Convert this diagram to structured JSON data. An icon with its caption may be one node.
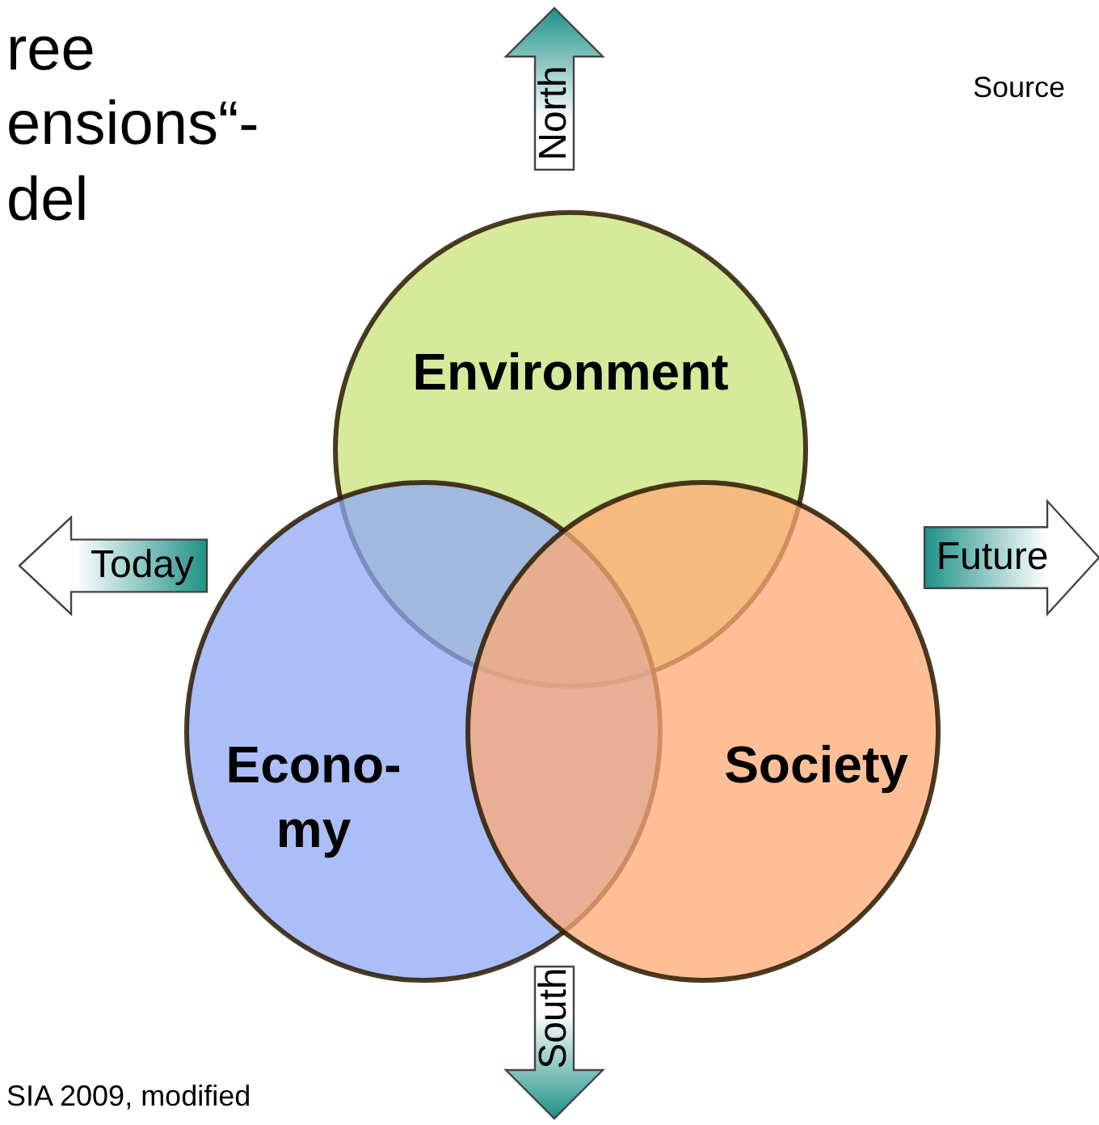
{
  "diagram": {
    "title": "ree ensions“- del",
    "nodes": [
      {
        "text": [
          "North"
        ]
      },
      {
        "text": [
          "Environment"
        ]
      },
      {
        "text": [
          "Today"
        ]
      },
      {
        "text": [
          "Future"
        ]
      },
      {
        "text": [
          "Econo- my"
        ]
      },
      {
        "text": [
          "Society"
        ]
      },
      {
        "text": [
          "South"
        ]
      }
    ],
    "labels": [
      "Source",
      "SIA 2009, modified"
    ]
  }
}
